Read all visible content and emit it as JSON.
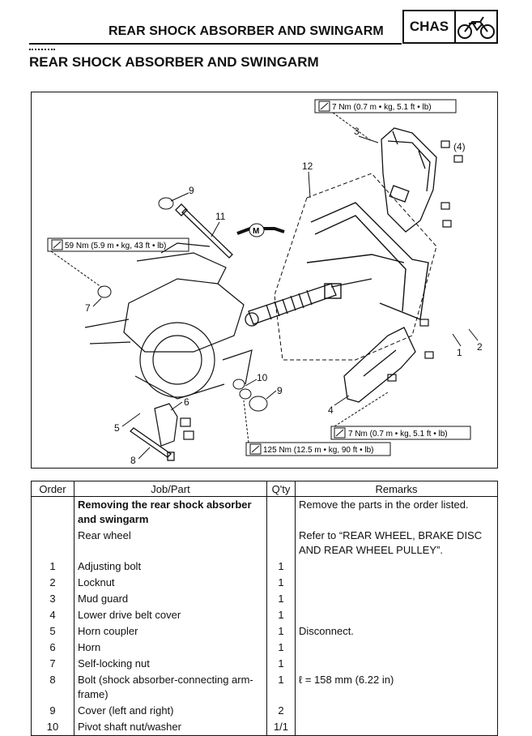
{
  "header": {
    "running_title": "REAR SHOCK ABSORBER AND SWINGARM",
    "badge": "CHAS",
    "badge_icon": "motorcycle-icon"
  },
  "section_title": "REAR SHOCK ABSORBER AND SWINGARM",
  "figure": {
    "torque_1": "7 Nm (0.7 m • kg, 5.1 ft • lb)",
    "torque_2": "59 Nm (5.9 m • kg, 43 ft • lb)",
    "torque_3": "7 Nm (0.7 m • kg, 5.1 ft • lb)",
    "torque_4": "125 Nm (12.5 m • kg, 90 ft • lb)",
    "lubricant_mark": "M",
    "callouts": [
      "1",
      "2",
      "3",
      "(4)",
      "4",
      "5",
      "6",
      "7",
      "8",
      "9",
      "9",
      "10",
      "11",
      "12"
    ]
  },
  "table": {
    "headers": [
      "Order",
      "Job/Part",
      "Q'ty",
      "Remarks"
    ],
    "rows": [
      {
        "order": "",
        "part": "Removing the rear shock absorber and swingarm",
        "qty": "",
        "remarks": "Remove the parts in the order listed."
      },
      {
        "order": "",
        "part": "Rear wheel",
        "qty": "",
        "remarks": "Refer to “REAR WHEEL, BRAKE DISC AND REAR WHEEL PULLEY”."
      },
      {
        "order": "1",
        "part": "Adjusting bolt",
        "qty": "1",
        "remarks": ""
      },
      {
        "order": "2",
        "part": "Locknut",
        "qty": "1",
        "remarks": ""
      },
      {
        "order": "3",
        "part": "Mud guard",
        "qty": "1",
        "remarks": ""
      },
      {
        "order": "4",
        "part": "Lower drive belt cover",
        "qty": "1",
        "remarks": ""
      },
      {
        "order": "5",
        "part": "Horn coupler",
        "qty": "1",
        "remarks": "Disconnect."
      },
      {
        "order": "6",
        "part": "Horn",
        "qty": "1",
        "remarks": ""
      },
      {
        "order": "7",
        "part": "Self-locking nut",
        "qty": "1",
        "remarks": ""
      },
      {
        "order": "8",
        "part": "Bolt (shock absorber-connecting arm-frame)",
        "qty": "1",
        "remarks": "ℓ = 158 mm (6.22 in)"
      },
      {
        "order": "9",
        "part": "Cover (left and right)",
        "qty": "2",
        "remarks": ""
      },
      {
        "order": "10",
        "part": "Pivot shaft nut/washer",
        "qty": "1/1",
        "remarks": ""
      }
    ]
  }
}
